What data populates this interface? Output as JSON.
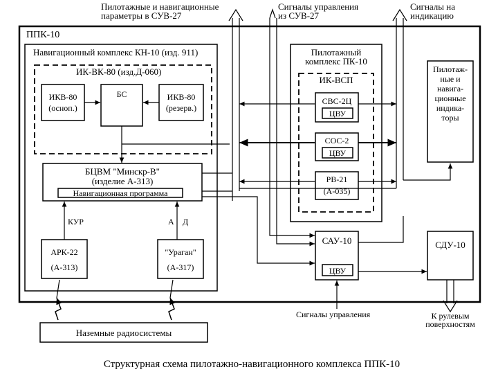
{
  "labels": {
    "top_params": [
      "Пилотажные и навигационные",
      "параметры в СУВ-27"
    ],
    "top_control": [
      "Сигналы управления",
      "из СУВ-27"
    ],
    "top_indication": [
      "Сигналы на",
      "индикацию"
    ],
    "outer_title": "ППК-10",
    "kn10_title": "Навигационный комплекс КН-10 (изд. 911)",
    "ikvk_title": "ИК-ВК-80 (изд.Д-060)",
    "ikv_main": [
      "ИКВ-80",
      "(оснoп.)"
    ],
    "bs": "БС",
    "ikv_reserve": [
      "ИКВ-80",
      "(резерв.)"
    ],
    "bcvm": [
      "БЦВМ \"Минскр-В\"",
      "(изделие А-313)"
    ],
    "nav_program": "Навигационная программа",
    "kur": "КУР",
    "a_label": "А",
    "d_label": "Д",
    "ark": [
      "АРК-22",
      "(А-313)"
    ],
    "uragan": [
      "\"Ураган\"",
      "(А-317)"
    ],
    "pilot_complex": [
      "Пилотажный",
      "комплекс ПК-10"
    ],
    "ikvsp": "ИК-ВСП",
    "svs": "СВС-2Ц",
    "cvu": "ЦВУ",
    "sos": "СОС-2",
    "rv": [
      "РВ-21",
      "(А-035)"
    ],
    "sau": "САУ-10",
    "indicators": [
      "Пилотаж-",
      "ные и",
      "навига-",
      "ционные",
      "индика-",
      "торы"
    ],
    "sdu": "СДУ-10",
    "ground": "Наземные радиосистемы",
    "control_signals": "Сигналы управления",
    "rudders": [
      "К рулевым",
      "поверхностям"
    ],
    "caption": "Структурная схема пилотажно-навигационного комплекса ППК-10"
  }
}
